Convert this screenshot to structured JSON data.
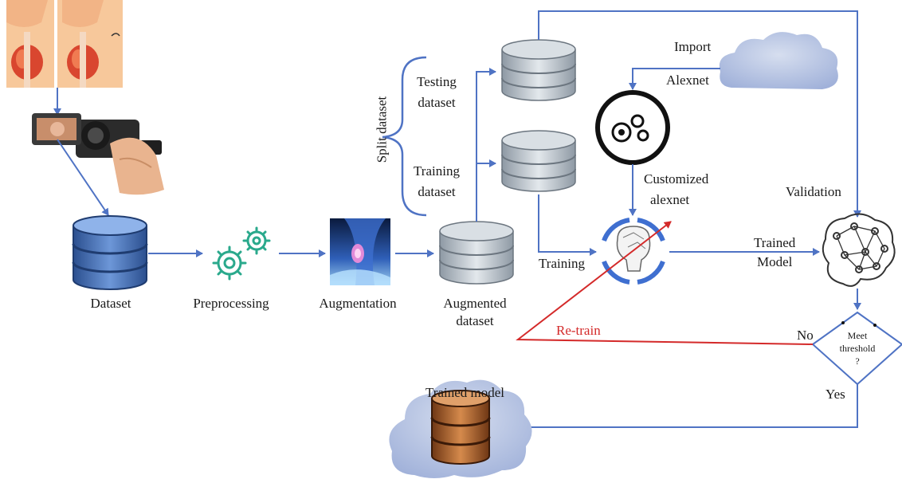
{
  "colors": {
    "arrow": "#4f73c4",
    "retrain": "#d42a2a",
    "db_blue": "#3f6db5",
    "db_gray": "#a9b4bf",
    "db_brown": "#a0582a",
    "gear_green": "#2aa98c",
    "cloud": "#b6c3e4"
  },
  "labels": {
    "dataset": "Dataset",
    "preprocessing": "Preprocessing",
    "augmentation": "Augmentation",
    "augmented_dataset_line1": "Augmented",
    "augmented_dataset_line2": "dataset",
    "split_dataset": "Split dataset",
    "testing_dataset_line1": "Testing",
    "testing_dataset_line2": "dataset",
    "training_dataset_line1": "Training",
    "training_dataset_line2": "dataset",
    "import": "Import",
    "alexnet": "Alexnet",
    "customized_line1": "Customized",
    "customized_line2": "alexnet",
    "training": "Training",
    "trained_model_line1": "Trained",
    "trained_model_line2": "Model",
    "validation": "Validation",
    "retrain": "Re-train",
    "no": "No",
    "yes": "Yes",
    "decision_line1": "Meet",
    "decision_line2": "threshold",
    "decision_line3": "?",
    "final_trained_model": "Trained model"
  },
  "icons": [
    "thyroid-illustration-icon",
    "video-camera-icon",
    "database-icon",
    "gears-icon",
    "neck-scan-image-icon",
    "cloud-icon",
    "gear-circle-icon",
    "brain-network-icon",
    "decision-diamond-icon"
  ]
}
